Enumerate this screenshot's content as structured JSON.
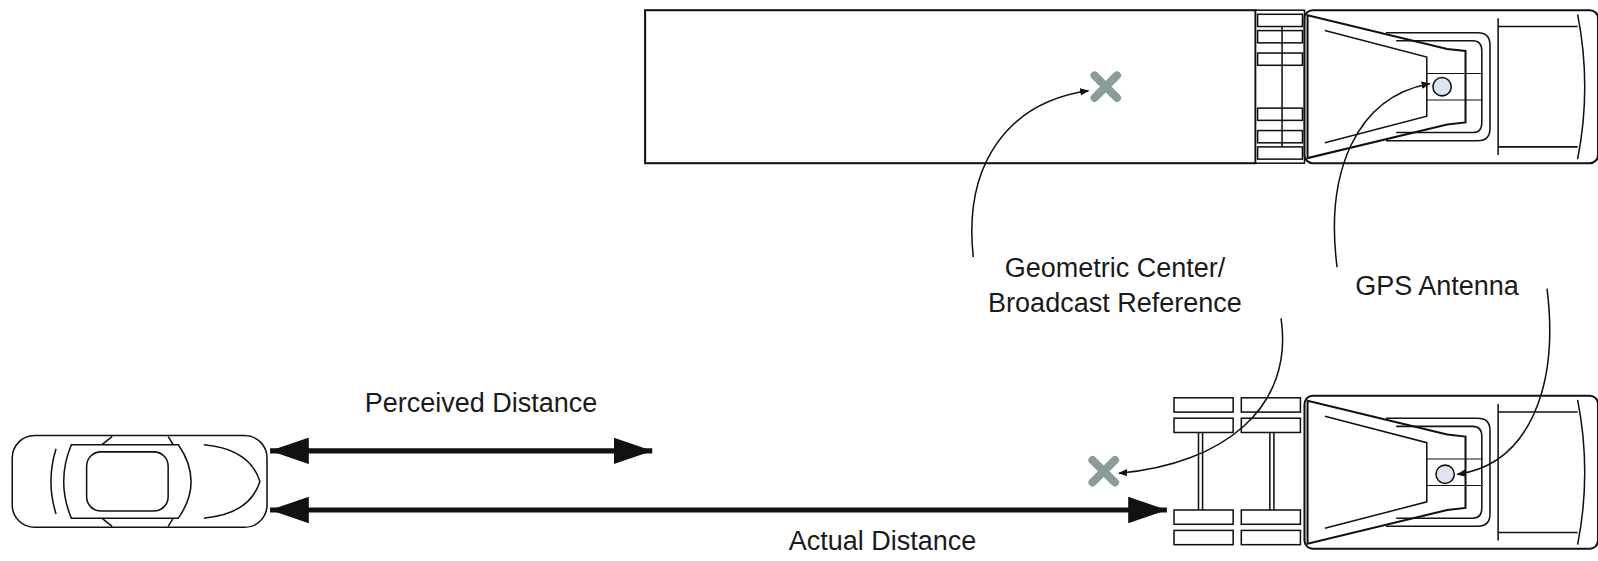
{
  "diagram": {
    "labels": [
      "Geometric Center/ Broadcast Reference",
      "GPS Antenna",
      "Perceived Distance",
      "Actual Distance"
    ]
  }
}
